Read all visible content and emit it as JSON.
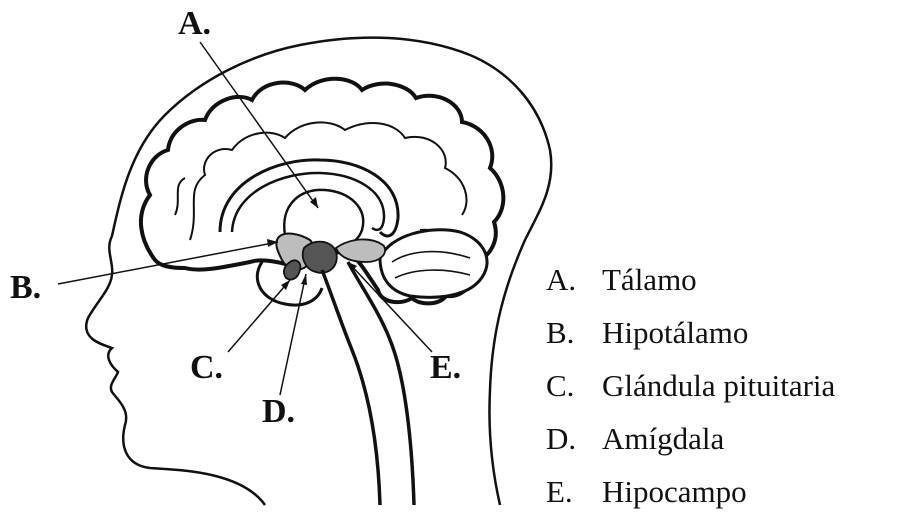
{
  "markers": {
    "a": "A.",
    "b": "B.",
    "c": "C.",
    "d": "D.",
    "e": "E."
  },
  "legend": [
    {
      "key": "A.",
      "text": "Tálamo"
    },
    {
      "key": "B.",
      "text": "Hipotálamo"
    },
    {
      "key": "C.",
      "text": "Glándula pituitaria"
    },
    {
      "key": "D.",
      "text": "Amígdala"
    },
    {
      "key": "E.",
      "text": "Hipocampo"
    }
  ],
  "colors": {
    "ink": "#111111",
    "light_gray": "#bdbdbd",
    "dark_gray": "#555555"
  }
}
